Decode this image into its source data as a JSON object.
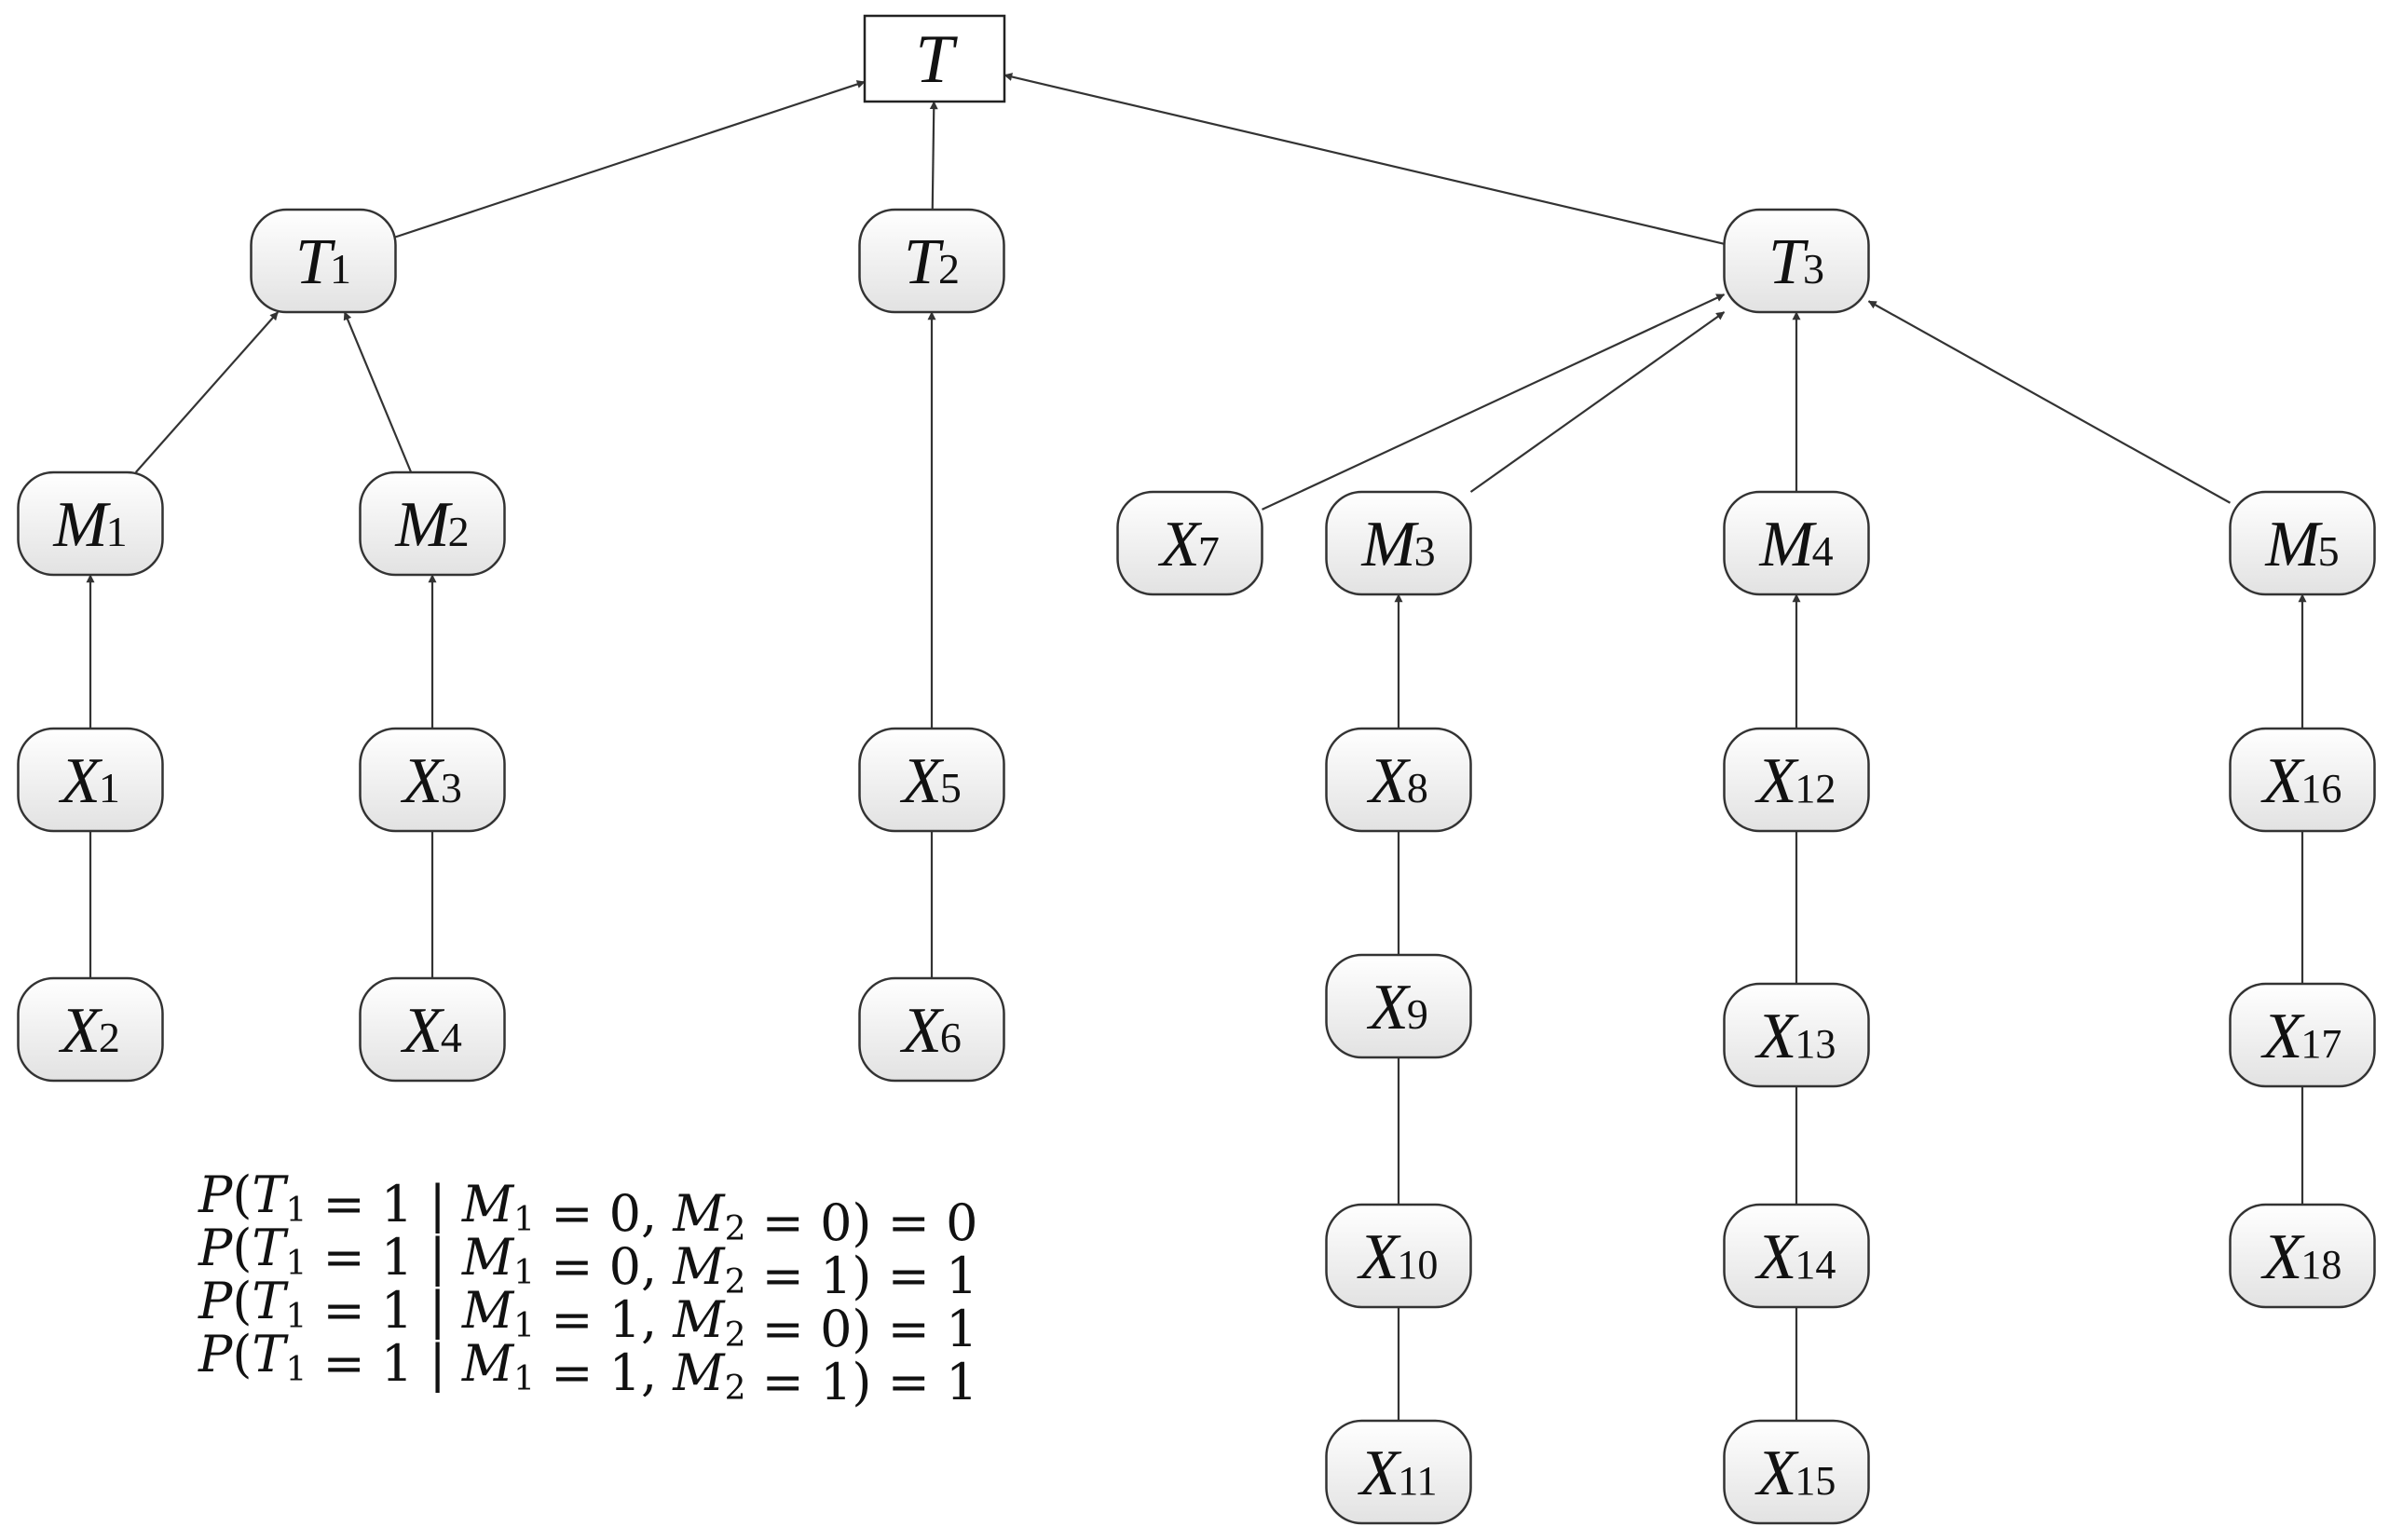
{
  "root": {
    "label": "T"
  },
  "nodes": [
    {
      "id": "T1",
      "base": "T",
      "sub": "1"
    },
    {
      "id": "T2",
      "base": "T",
      "sub": "2"
    },
    {
      "id": "T3",
      "base": "T",
      "sub": "3"
    },
    {
      "id": "M1",
      "base": "M",
      "sub": "1"
    },
    {
      "id": "M2",
      "base": "M",
      "sub": "2"
    },
    {
      "id": "M3",
      "base": "M",
      "sub": "3"
    },
    {
      "id": "M4",
      "base": "M",
      "sub": "4"
    },
    {
      "id": "M5",
      "base": "M",
      "sub": "5"
    },
    {
      "id": "X1",
      "base": "X",
      "sub": "1"
    },
    {
      "id": "X2",
      "base": "X",
      "sub": "2"
    },
    {
      "id": "X3",
      "base": "X",
      "sub": "3"
    },
    {
      "id": "X4",
      "base": "X",
      "sub": "4"
    },
    {
      "id": "X5",
      "base": "X",
      "sub": "5"
    },
    {
      "id": "X6",
      "base": "X",
      "sub": "6"
    },
    {
      "id": "X7",
      "base": "X",
      "sub": "7"
    },
    {
      "id": "X8",
      "base": "X",
      "sub": "8"
    },
    {
      "id": "X9",
      "base": "X",
      "sub": "9"
    },
    {
      "id": "X10",
      "base": "X",
      "sub": "10"
    },
    {
      "id": "X11",
      "base": "X",
      "sub": "11"
    },
    {
      "id": "X12",
      "base": "X",
      "sub": "12"
    },
    {
      "id": "X13",
      "base": "X",
      "sub": "13"
    },
    {
      "id": "X14",
      "base": "X",
      "sub": "14"
    },
    {
      "id": "X15",
      "base": "X",
      "sub": "15"
    },
    {
      "id": "X16",
      "base": "X",
      "sub": "16"
    },
    {
      "id": "X17",
      "base": "X",
      "sub": "17"
    },
    {
      "id": "X18",
      "base": "X",
      "sub": "18"
    }
  ],
  "edges": [
    {
      "from": "T1",
      "to": "T",
      "arrow": true
    },
    {
      "from": "T2",
      "to": "T",
      "arrow": true
    },
    {
      "from": "T3",
      "to": "T",
      "arrow": true
    },
    {
      "from": "M1",
      "to": "T1",
      "arrow": true
    },
    {
      "from": "M2",
      "to": "T1",
      "arrow": true
    },
    {
      "from": "X1",
      "to": "M1",
      "arrow": true
    },
    {
      "from": "X2",
      "to": "X1",
      "arrow": false
    },
    {
      "from": "X3",
      "to": "M2",
      "arrow": true
    },
    {
      "from": "X4",
      "to": "X3",
      "arrow": false
    },
    {
      "from": "X5",
      "to": "T2",
      "arrow": true
    },
    {
      "from": "X6",
      "to": "X5",
      "arrow": false
    },
    {
      "from": "X7",
      "to": "T3",
      "arrow": true
    },
    {
      "from": "M3",
      "to": "T3",
      "arrow": true
    },
    {
      "from": "M4",
      "to": "T3",
      "arrow": true
    },
    {
      "from": "M5",
      "to": "T3",
      "arrow": true
    },
    {
      "from": "X8",
      "to": "M3",
      "arrow": true
    },
    {
      "from": "X9",
      "to": "X8",
      "arrow": false
    },
    {
      "from": "X10",
      "to": "X9",
      "arrow": false
    },
    {
      "from": "X11",
      "to": "X10",
      "arrow": false
    },
    {
      "from": "X12",
      "to": "M4",
      "arrow": true
    },
    {
      "from": "X13",
      "to": "X12",
      "arrow": false
    },
    {
      "from": "X14",
      "to": "X13",
      "arrow": false
    },
    {
      "from": "X15",
      "to": "X14",
      "arrow": false
    },
    {
      "from": "X16",
      "to": "M5",
      "arrow": true
    },
    {
      "from": "X17",
      "to": "X16",
      "arrow": false
    },
    {
      "from": "X18",
      "to": "X17",
      "arrow": false
    }
  ],
  "formulas": [
    {
      "m1": "0",
      "m2": "0",
      "result": "0"
    },
    {
      "m1": "0",
      "m2": "1",
      "result": "1"
    },
    {
      "m1": "1",
      "m2": "0",
      "result": "1"
    },
    {
      "m1": "1",
      "m2": "1",
      "result": "1"
    }
  ]
}
